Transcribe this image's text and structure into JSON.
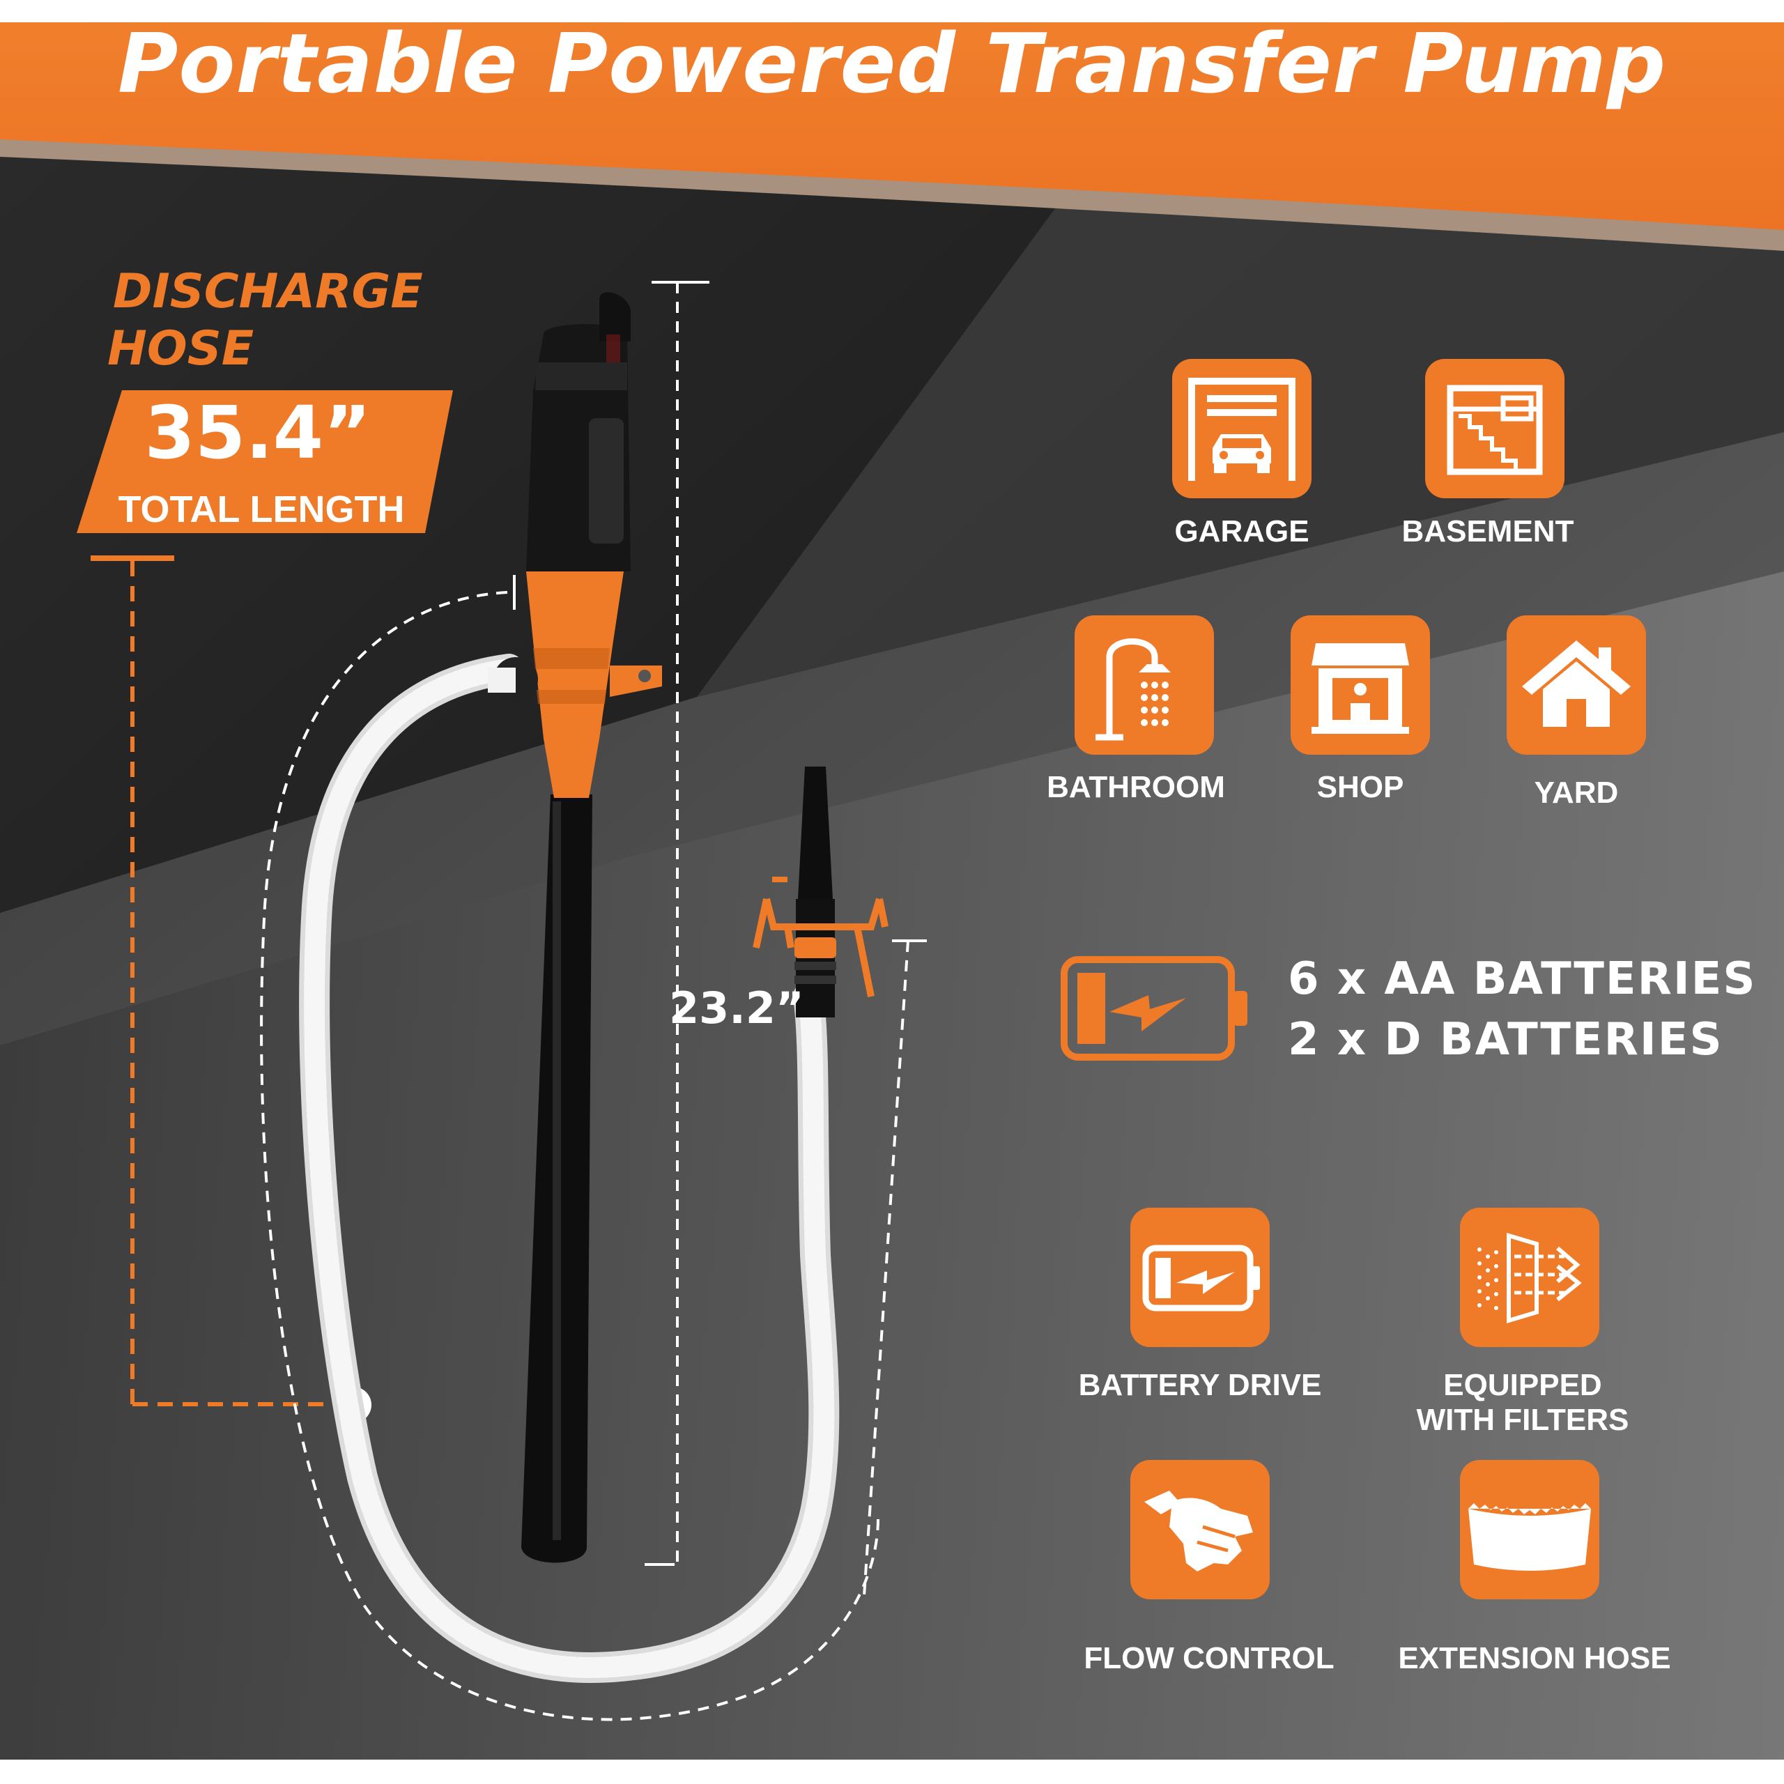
{
  "title": "Portable Powered Transfer Pump",
  "discharge": {
    "line1": "DISCHARGE",
    "line2": "HOSE"
  },
  "total_length": {
    "value": "35.4”",
    "label": "TOTAL LENGTH"
  },
  "hose_length": "23.2”",
  "locations": [
    {
      "label": "GARAGE",
      "icon": "garage-icon"
    },
    {
      "label": "BASEMENT",
      "icon": "basement-icon"
    },
    {
      "label": "BATHROOM",
      "icon": "shower-icon"
    },
    {
      "label": "SHOP",
      "icon": "shop-icon"
    },
    {
      "label": "YARD",
      "icon": "house-icon"
    }
  ],
  "batteries": {
    "icon": "battery-icon",
    "line1": "6 x AA BATTERIES",
    "line2": "2 x D BATTERIES"
  },
  "features": [
    {
      "label": "BATTERY DRIVE",
      "icon": "battery-drive-icon"
    },
    {
      "label": "EQUIPPED",
      "label2": "WITH FILTERS",
      "icon": "filter-icon"
    },
    {
      "label": "FLOW CONTROL",
      "icon": "hand-icon"
    },
    {
      "label": "EXTENSION HOSE",
      "icon": "hose-icon"
    }
  ],
  "colors": {
    "accent": "#ef7a28",
    "background_dark": "#1a1a1a",
    "background_mid": "#5a5a5a",
    "text": "#ffffff"
  }
}
